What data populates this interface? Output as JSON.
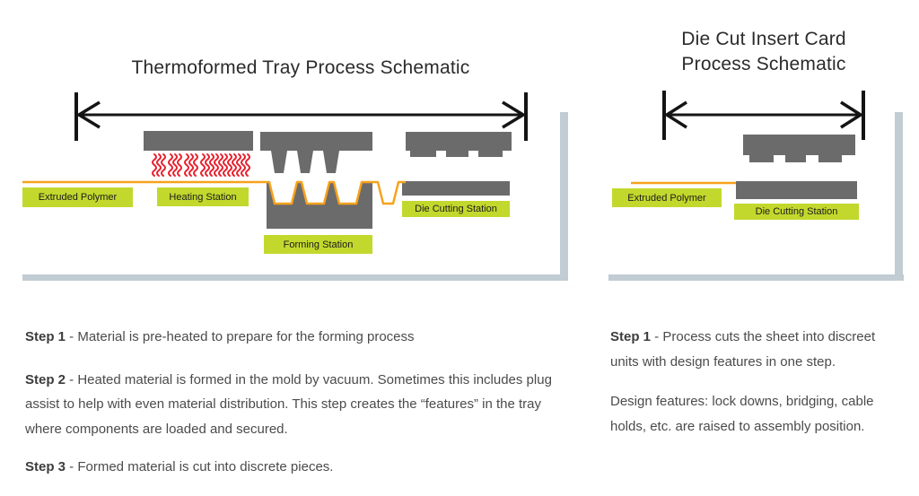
{
  "colors": {
    "block_gray": "#6b6b6b",
    "polymer_orange": "#f6a21c",
    "heat_red": "#e8212e",
    "label_green": "#c3d82d",
    "border_blue": "#c1ccd3",
    "arrow_black": "#141414",
    "title_text": "#2b2b2b",
    "body_text": "#4b4b4b"
  },
  "left": {
    "title": "Thermoformed Tray Process Schematic",
    "labels": {
      "extruded_polymer": "Extruded Polymer",
      "heating_station": "Heating Station",
      "forming_station": "Forming Station",
      "die_cutting_station": "Die Cutting Station"
    },
    "steps": [
      {
        "label": "Step 1",
        "text": " - Material is pre-heated to prepare for the forming process"
      },
      {
        "label": "Step 2",
        "text": " - Heated material is formed in the mold by vacuum. Sometimes this includes plug assist to help with even material distribution. This step creates the “features” in the tray where components are loaded and secured."
      },
      {
        "label": "Step 3",
        "text": " - Formed material is cut into discrete pieces."
      }
    ]
  },
  "right": {
    "title": "Die Cut Insert Card Process Schematic",
    "labels": {
      "extruded_polymer": "Extruded Polymer",
      "die_cutting_station": "Die Cutting Station"
    },
    "paragraphs": [
      {
        "label": "Step 1",
        "text": " - Process cuts the sheet into discreet units with design features in one step."
      },
      {
        "label": "",
        "text": "Design features: lock downs, bridging, cable holds, etc. are raised to assembly position."
      }
    ]
  }
}
